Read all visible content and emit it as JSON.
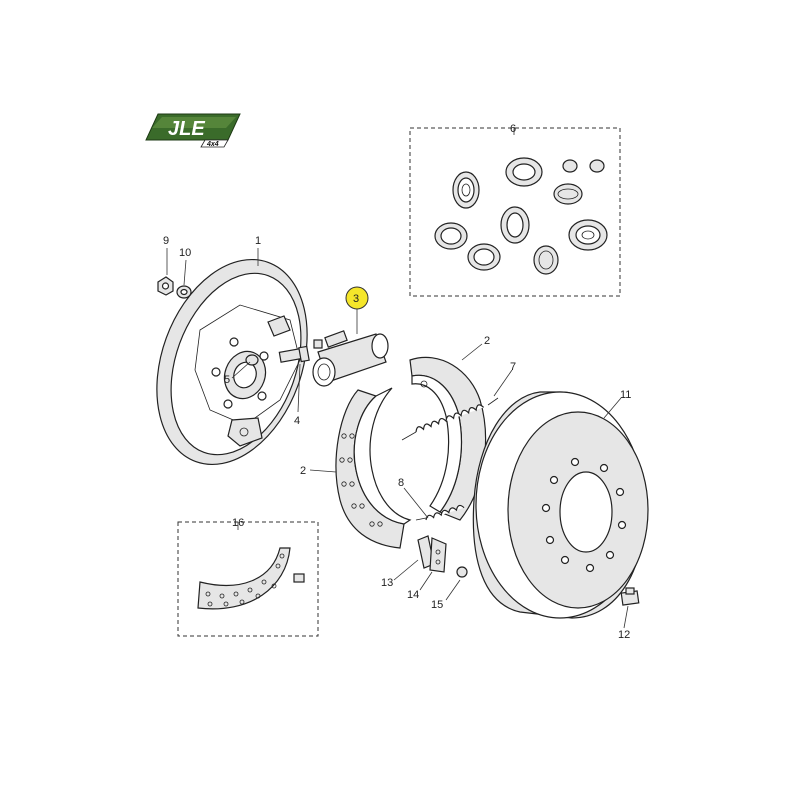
{
  "logo": {
    "brand": "JLE",
    "sub": "4x4",
    "color": "#3a6b2a"
  },
  "highlight_color": "#f5e62a",
  "highlighted_callout": "3",
  "callouts": {
    "c1": "1",
    "c2a": "2",
    "c2b": "2",
    "c3": "3",
    "c4": "4",
    "c5": "5",
    "c6": "6",
    "c7": "7",
    "c8": "8",
    "c9": "9",
    "c10": "10",
    "c11": "11",
    "c12": "12",
    "c13": "13",
    "c14": "14",
    "c15": "15",
    "c16": "16"
  }
}
